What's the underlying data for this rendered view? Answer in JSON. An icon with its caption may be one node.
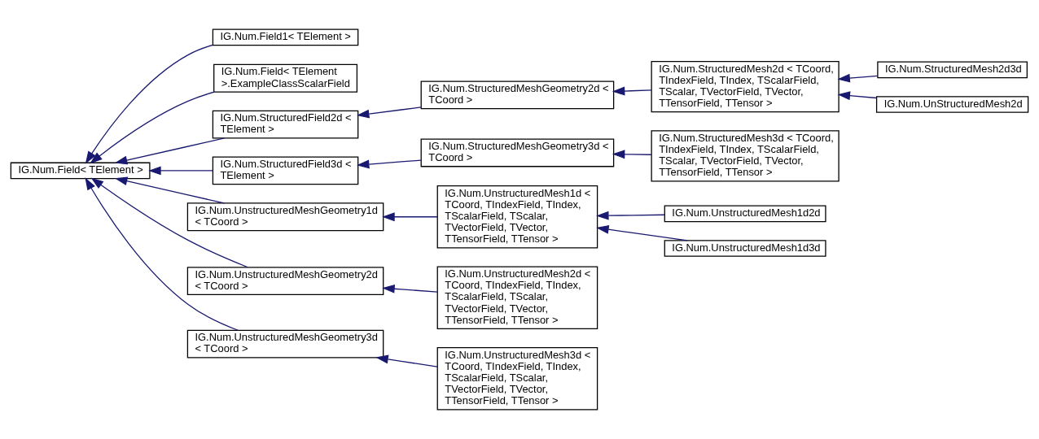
{
  "diagram": {
    "nodes": [
      {
        "text": [
          "IG.Num.Field< TElement >"
        ]
      },
      {
        "text": [
          "IG.Num.Field1< TElement >"
        ]
      },
      {
        "text": [
          "IG.Num.Field< TElement >.ExampleClassScalarField"
        ]
      },
      {
        "text": [
          "IG.Num.StructuredField2d < TElement >"
        ]
      },
      {
        "text": [
          "IG.Num.StructuredField3d < TElement >"
        ]
      },
      {
        "text": [
          "IG.Num.UnstructuredMeshGeometry1d < TCoord >"
        ]
      },
      {
        "text": [
          "IG.Num.UnstructuredMeshGeometry2d < TCoord >"
        ]
      },
      {
        "text": [
          "IG.Num.UnstructuredMeshGeometry3d < TCoord >"
        ]
      },
      {
        "text": [
          "IG.Num.StructuredMeshGeometry2d < TCoord >"
        ]
      },
      {
        "text": [
          "IG.Num.StructuredMeshGeometry3d < TCoord >"
        ]
      },
      {
        "text": [
          "IG.Num.UnstructuredMesh1d < TCoord, TIndexField, TIndex, TScalarField, TScalar, TVectorField, TVector, TTensorField, TTensor >"
        ]
      },
      {
        "text": [
          "IG.Num.UnstructuredMesh2d < TCoord, TIndexField, TIndex, TScalarField, TScalar, TVectorField, TVector, TTensorField, TTensor >"
        ]
      },
      {
        "text": [
          "IG.Num.UnstructuredMesh3d < TCoord, TIndexField, TIndex, TScalarField, TScalar, TVectorField, TVector, TTensorField, TTensor >"
        ]
      },
      {
        "text": [
          "IG.Num.StructuredMesh2d < TCoord, TIndexField, TIndex, TScalarField, TScalar, TVectorField, TVector, TTensorField, TTensor >"
        ]
      },
      {
        "text": [
          "IG.Num.StructuredMesh3d < TCoord, TIndexField, TIndex, TScalarField, TScalar, TVectorField, TVector, TTensorField, TTensor >"
        ]
      },
      {
        "text": [
          "IG.Num.UnstructuredMesh1d2d"
        ]
      },
      {
        "text": [
          "IG.Num.UnstructuredMesh1d3d"
        ]
      },
      {
        "text": [
          "IG.Num.StructuredMesh2d3d"
        ]
      },
      {
        "text": [
          "IG.Num.UnStructuredMesh2d"
        ]
      }
    ],
    "edges": [
      {
        "from": 1,
        "to": 0,
        "arrow": "to"
      },
      {
        "from": 2,
        "to": 0,
        "arrow": "to"
      },
      {
        "from": 3,
        "to": 0,
        "arrow": "to"
      },
      {
        "from": 4,
        "to": 0,
        "arrow": "to"
      },
      {
        "from": 5,
        "to": 0,
        "arrow": "to"
      },
      {
        "from": 6,
        "to": 0,
        "arrow": "to"
      },
      {
        "from": 7,
        "to": 0,
        "arrow": "to"
      },
      {
        "from": 8,
        "to": 3,
        "arrow": "to"
      },
      {
        "from": 9,
        "to": 4,
        "arrow": "to"
      },
      {
        "from": 10,
        "to": 5,
        "arrow": "to"
      },
      {
        "from": 11,
        "to": 6,
        "arrow": "to"
      },
      {
        "from": 12,
        "to": 7,
        "arrow": "to"
      },
      {
        "from": 13,
        "to": 8,
        "arrow": "to"
      },
      {
        "from": 14,
        "to": 9,
        "arrow": "to"
      },
      {
        "from": 15,
        "to": 10,
        "arrow": "to"
      },
      {
        "from": 16,
        "to": 10,
        "arrow": "to"
      },
      {
        "from": 17,
        "to": 13,
        "arrow": "to"
      },
      {
        "from": 18,
        "to": 13,
        "arrow": "to"
      }
    ]
  }
}
